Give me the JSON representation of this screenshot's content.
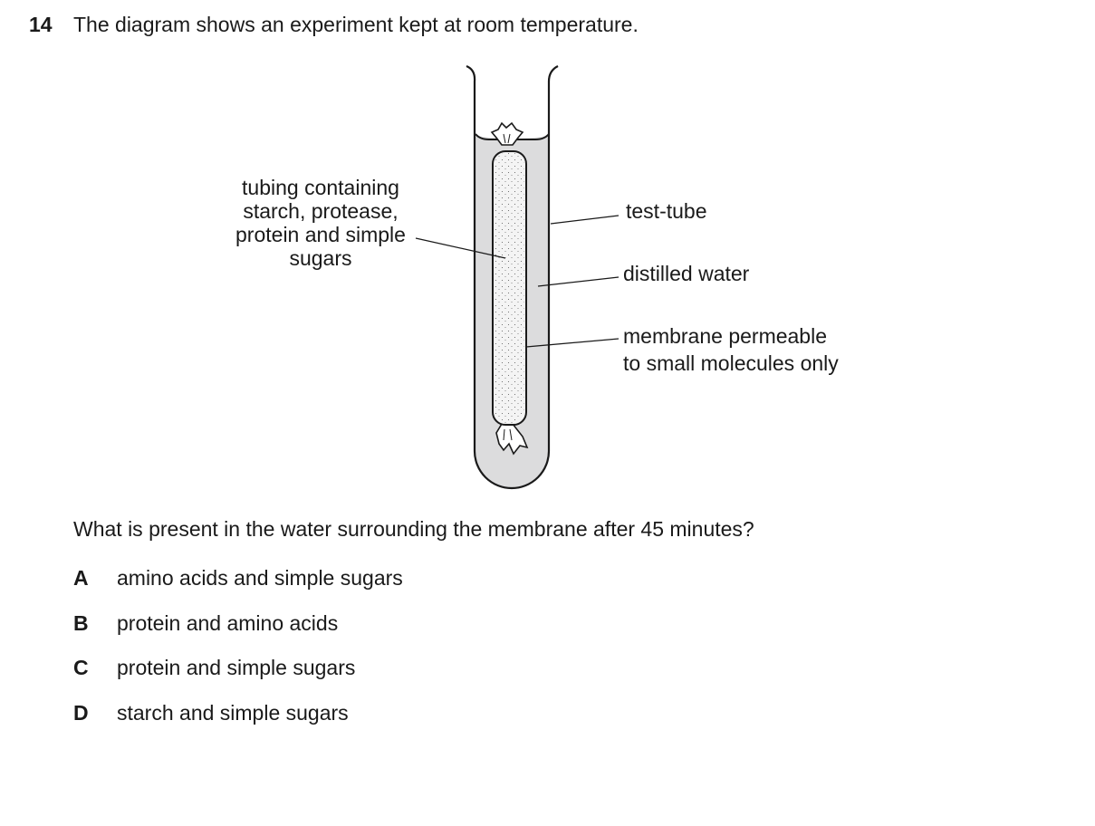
{
  "question": {
    "number": "14",
    "stem": "The diagram shows an experiment kept at room temperature.",
    "prompt": "What is present in the water surrounding the membrane after 45 minutes?"
  },
  "diagram": {
    "labels": {
      "tubing": "tubing containing starch, protease, protein and simple sugars",
      "test_tube": "test-tube",
      "water": "distilled water",
      "membrane_line1": "membrane permeable",
      "membrane_line2": "to small molecules only"
    },
    "colors": {
      "water_fill": "#dcdcdd",
      "tubing_fill": "#f2f2f2",
      "outline": "#1a1a1a"
    }
  },
  "options": [
    {
      "letter": "A",
      "text": "amino acids and simple sugars"
    },
    {
      "letter": "B",
      "text": "protein and amino acids"
    },
    {
      "letter": "C",
      "text": "protein and simple sugars"
    },
    {
      "letter": "D",
      "text": "starch and simple sugars"
    }
  ]
}
